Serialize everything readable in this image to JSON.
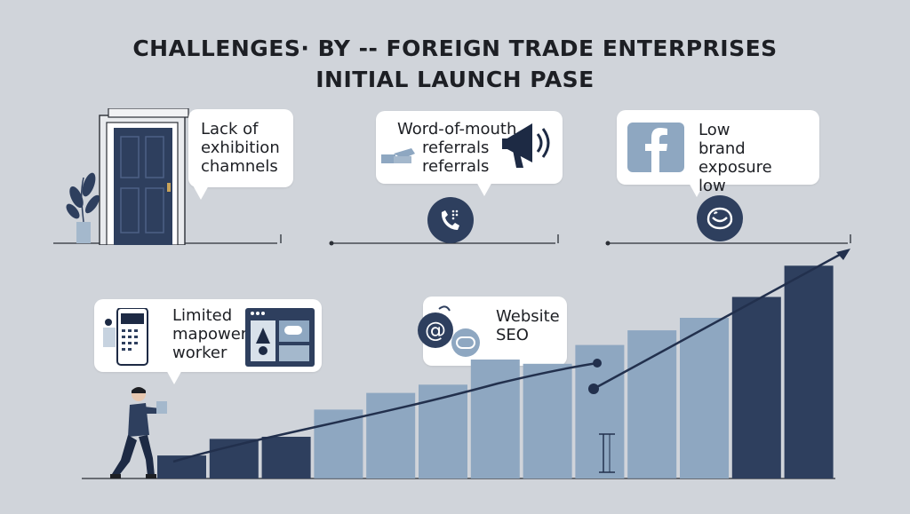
{
  "title": {
    "line1": "CHALLENGES· BY -- FOREIGN TRADE ENTERPRISES",
    "line2": "INITIAL  LAUNCH PASE"
  },
  "bubbles": {
    "exhibition": {
      "lines": [
        "Lack of",
        "exhibition",
        "chamnels"
      ]
    },
    "referrals": {
      "lines": [
        "Word-of-mouth",
        "referrals",
        "referrals"
      ]
    },
    "brand": {
      "lines": [
        "Low",
        "brand exposure",
        "low"
      ]
    },
    "manpower": {
      "lines": [
        "Limited",
        "mapower",
        "worker"
      ]
    },
    "seo": {
      "lines": [
        "Website",
        "SEO"
      ]
    }
  },
  "icons": [
    "door-icon",
    "plant-icon",
    "phone-icon",
    "megaphone-icon",
    "facebook-icon",
    "chat-icon",
    "smartphone-icon",
    "browser-icon",
    "at-sign-icon",
    "person-icon"
  ],
  "colors": {
    "background": "#d0d4da",
    "navy": "#2e3f5e",
    "steel": "#8ea7c1",
    "text": "#1d1f24"
  },
  "chart_data": {
    "type": "bar",
    "categories": [],
    "values": [
      11,
      19,
      20,
      33,
      41,
      45,
      57,
      55,
      64,
      71,
      77,
      87,
      102
    ],
    "highlight": [
      true,
      true,
      true,
      false,
      false,
      false,
      false,
      false,
      false,
      false,
      false,
      true,
      true
    ],
    "trend": "rising"
  }
}
